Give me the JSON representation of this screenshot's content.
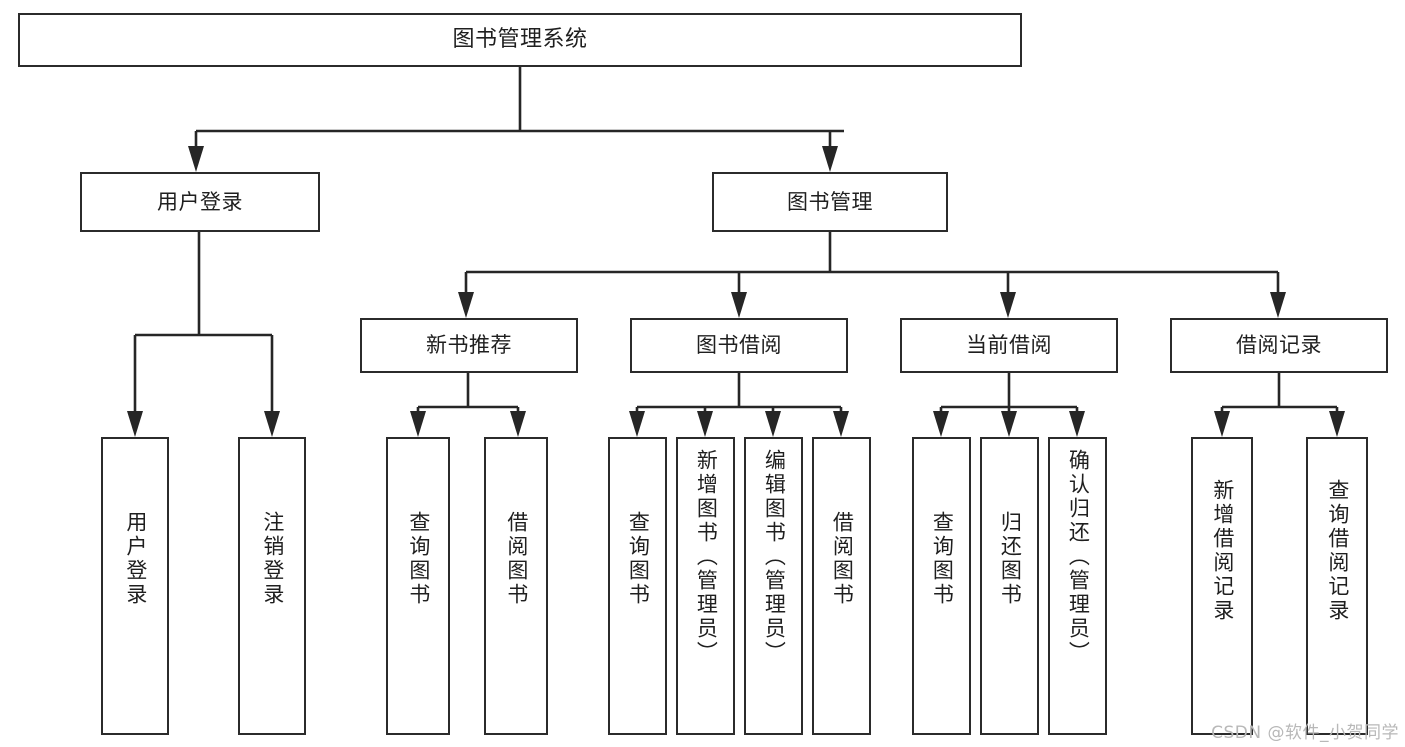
{
  "diagram": {
    "type": "tree-hierarchy",
    "title": "图书管理系统",
    "orientation": "top-down",
    "colors": {
      "stroke": "#2b2b2b",
      "fill": "#ffffff",
      "text": "#1f1f1f",
      "watermark": "#b8b8b8"
    }
  },
  "root": {
    "label": "图书管理系统"
  },
  "level1": [
    {
      "label": "用户登录"
    },
    {
      "label": "图书管理"
    }
  ],
  "level2": [
    {
      "label": "新书推荐"
    },
    {
      "label": "图书借阅"
    },
    {
      "label": "当前借阅"
    },
    {
      "label": "借阅记录"
    }
  ],
  "leaves": {
    "user_login": [
      {
        "label": "用户登录"
      },
      {
        "label": "注销登录"
      }
    ],
    "new_book_recommend": [
      {
        "label": "查询图书"
      },
      {
        "label": "借阅图书"
      }
    ],
    "book_borrow": [
      {
        "label": "查询图书"
      },
      {
        "label": "新增图书（管理员）"
      },
      {
        "label": "编辑图书（管理员）"
      },
      {
        "label": "借阅图书"
      }
    ],
    "current_borrow": [
      {
        "label": "查询图书"
      },
      {
        "label": "归还图书"
      },
      {
        "label": "确认归还（管理员）"
      }
    ],
    "borrow_record": [
      {
        "label": "新增借阅记录"
      },
      {
        "label": "查询借阅记录"
      }
    ]
  },
  "watermark": {
    "text": "CSDN @软件_小贺同学"
  }
}
